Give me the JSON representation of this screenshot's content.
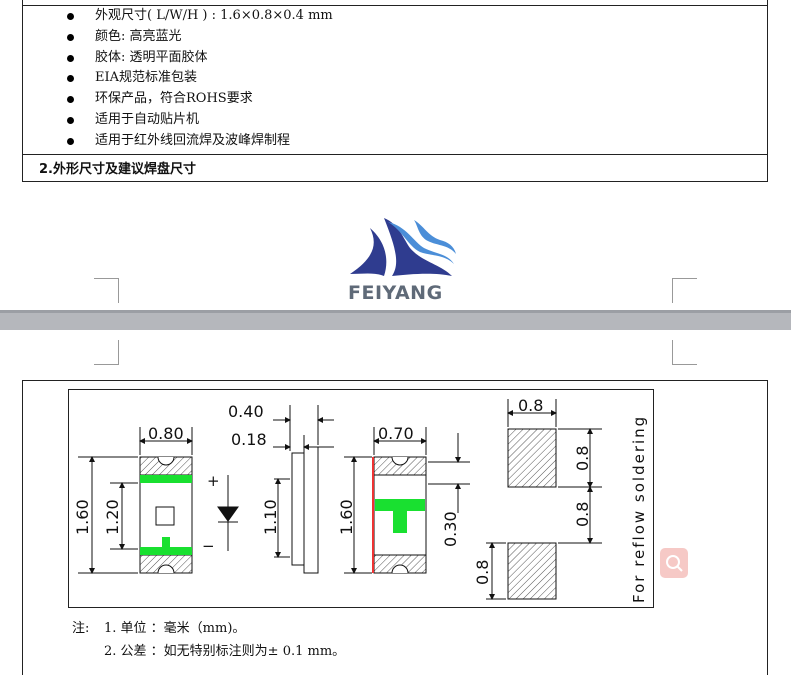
{
  "features": [
    "外观尺寸( L/W/H ) : 1.6×0.8×0.4 mm",
    "颜色: 高亮蓝光",
    "胶体: 透明平面胶体",
    "EIA规范标准包装",
    "环保产品，符合ROHS要求",
    "适用于自动贴片机",
    "适用于红外线回流焊及波峰焊制程"
  ],
  "section_title": "2.外形尺寸及建议焊盘尺寸",
  "logo": {
    "text": "FEIYANG",
    "color_dark": "#2f3c8f",
    "color_light": "#4b8ed8",
    "text_color": "#5f6a78"
  },
  "drawing": {
    "top_view": {
      "width": "0.80",
      "height": "1.60",
      "inner": "1.20",
      "pad_color": "#19e030"
    },
    "symbol": {
      "plus": "+",
      "minus": "−"
    },
    "side_view": {
      "total": "0.40",
      "lead": "0.18",
      "height": "1.10"
    },
    "bottom_view": {
      "width": "0.70",
      "height": "1.60",
      "offset": "0.30",
      "mark_color": "#19e030"
    },
    "pads": {
      "width": "0.8",
      "pad_height": "0.8",
      "gap": "0.8",
      "lower": "0.8",
      "caption": "For  reflow soldering"
    }
  },
  "notes": {
    "label": "注:",
    "n1": "1. 单位 ：毫米（mm)。",
    "n2": "2. 公差 ：如无特别标注则为± 0.1 mm。"
  }
}
